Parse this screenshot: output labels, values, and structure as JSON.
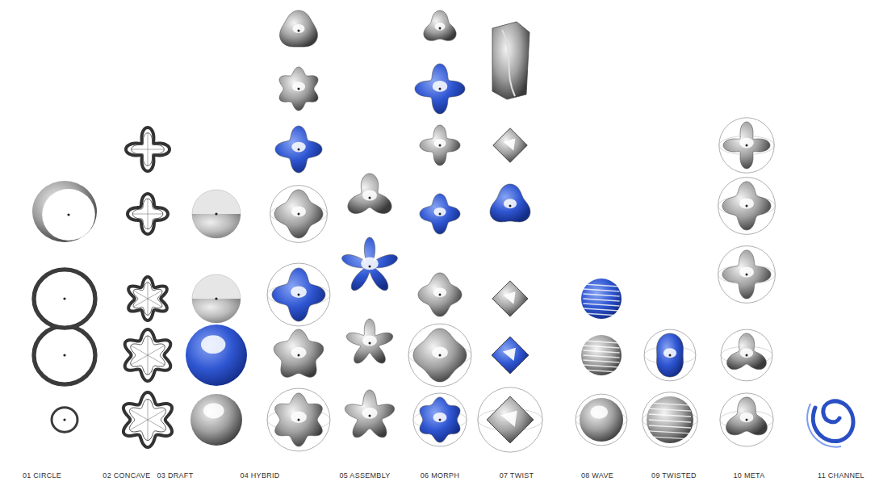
{
  "diagram": {
    "labels": [
      "01 CIRCLE",
      "02 CONCAVE",
      "03 DRAFT",
      "04 HYBRID",
      "05 ASSEMBLY",
      "06 MORPH",
      "07 TWIST",
      "08 WAVE",
      "09 TWISTED",
      "10 META",
      "11 CHANNEL"
    ]
  }
}
